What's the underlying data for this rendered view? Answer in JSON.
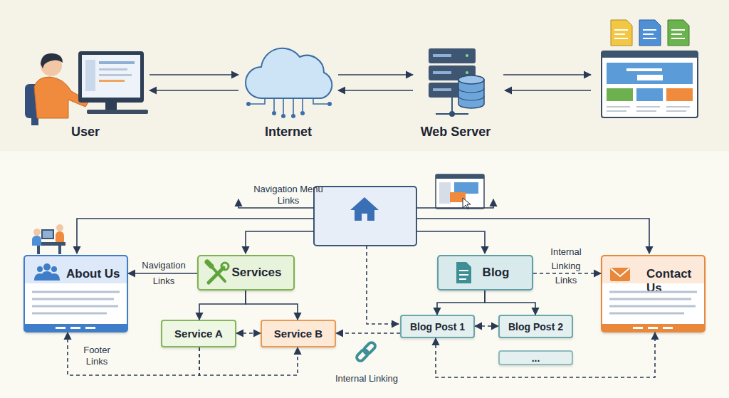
{
  "diagram": {
    "nodes": [
      {
        "text": [
          "User"
        ]
      },
      {
        "text": [
          "Internet"
        ]
      },
      {
        "text": [
          "Web Server"
        ]
      },
      {
        "text": [
          "About Us"
        ]
      },
      {
        "text": [
          "Services"
        ]
      },
      {
        "text": [
          "Blog"
        ]
      },
      {
        "text": [
          "Contact Us"
        ]
      },
      {
        "text": [
          "Service A"
        ]
      },
      {
        "text": [
          "Service B"
        ]
      },
      {
        "text": [
          "Blog Post 1"
        ]
      },
      {
        "text": [
          "Blog Post 2"
        ]
      },
      {
        "text": [
          "..."
        ]
      }
    ],
    "edges": [
      {
        "from": 0,
        "to": 1,
        "arrow": "to"
      },
      {
        "from": 1,
        "to": 0,
        "arrow": "to"
      },
      {
        "from": 1,
        "to": 2,
        "arrow": "to"
      },
      {
        "from": 2,
        "to": 1,
        "arrow": "to"
      },
      {
        "from": 4,
        "to": 3,
        "label": "Navigation Links",
        "arrow": "to"
      },
      {
        "from": 5,
        "to": 6,
        "label": "Internal Linking Links",
        "arrow": "to"
      },
      {
        "from": 4,
        "to": 7,
        "arrow": "to"
      },
      {
        "from": 4,
        "to": 8,
        "arrow": "to"
      },
      {
        "from": 5,
        "to": 9,
        "arrow": "to"
      },
      {
        "from": 5,
        "to": 10,
        "arrow": "to"
      },
      {
        "from": 7,
        "to": 8,
        "arrow": "both"
      },
      {
        "from": 9,
        "to": 10,
        "arrow": "both"
      },
      {
        "from": 9,
        "to": 8,
        "arrow": "to"
      },
      {
        "from": 7,
        "to": 3,
        "label": "Footer Links",
        "arrow": "to"
      },
      {
        "from": 7,
        "to": 8,
        "arrow": "to"
      },
      {
        "from": 9,
        "to": 6,
        "arrow": "both"
      }
    ],
    "labels": [
      "Navigation Menu Links",
      "Internal Linking"
    ]
  }
}
